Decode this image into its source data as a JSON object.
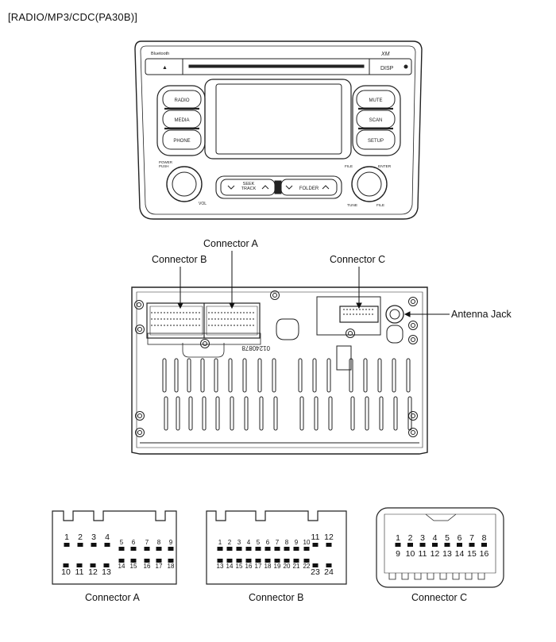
{
  "title": "[RADIO/MP3/CDC(PA30B)]",
  "head_unit": {
    "bluetooth": "Bluetooth",
    "eject": "▲",
    "xm": "XM",
    "disp": "DISP",
    "left_buttons": [
      "RADIO",
      "MEDIA",
      "PHONE"
    ],
    "right_buttons": [
      "MUTE",
      "SCAN",
      "SETUP"
    ],
    "power_push": "POWER\nPUSH",
    "vol": "VOL",
    "seek_track": "SEEK\nTRACK",
    "folder": "FOLDER",
    "file": "FILE",
    "enter": "ENTER",
    "tune": "TUNE",
    "file2": "FILE"
  },
  "callouts": {
    "connector_a": "Connector A",
    "connector_b": "Connector B",
    "connector_c": "Connector C",
    "antenna_jack": "Antenna Jack"
  },
  "chassis_text": "01240878",
  "connectors": {
    "a": {
      "label": "Connector A",
      "top_row": [
        "1",
        "2",
        "3",
        "4",
        "5",
        "6",
        "7",
        "8",
        "9"
      ],
      "bottom_row": [
        "10",
        "11",
        "12",
        "13",
        "14",
        "15",
        "16",
        "17",
        "18"
      ]
    },
    "b": {
      "label": "Connector B",
      "top_row": [
        "1",
        "2",
        "3",
        "4",
        "5",
        "6",
        "7",
        "8",
        "9",
        "10",
        "11",
        "12"
      ],
      "bottom_row": [
        "13",
        "14",
        "15",
        "16",
        "17",
        "18",
        "19",
        "20",
        "21",
        "22",
        "23",
        "24"
      ]
    },
    "c": {
      "label": "Connector C",
      "top_row": [
        "1",
        "2",
        "3",
        "4",
        "5",
        "6",
        "7",
        "8"
      ],
      "bottom_row": [
        "9",
        "10",
        "11",
        "12",
        "13",
        "14",
        "15",
        "16"
      ]
    }
  }
}
